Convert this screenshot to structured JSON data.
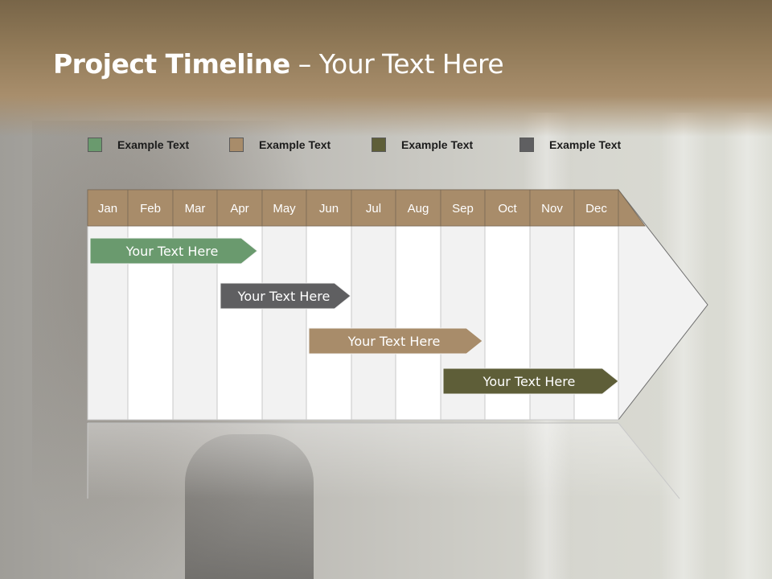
{
  "title": {
    "bold": "Project Timeline",
    "rest": " – Your Text Here"
  },
  "legend": [
    {
      "label": "Example Text",
      "color": "#6a9a6e"
    },
    {
      "label": "Example Text",
      "color": "#a88c6a"
    },
    {
      "label": "Example Text",
      "color": "#5e5e38"
    },
    {
      "label": "Example Text",
      "color": "#5f5f61"
    }
  ],
  "months": [
    "Jan",
    "Feb",
    "Mar",
    "Apr",
    "May",
    "Jun",
    "Jul",
    "Aug",
    "Sep",
    "Oct",
    "Nov",
    "Dec"
  ],
  "bars": [
    {
      "label": "Your  Text Here",
      "color": "#6a9a6e",
      "start_month": "Jan",
      "end_month": "Apr"
    },
    {
      "label": "Your  Text Here",
      "color": "#5f5f61",
      "start_month": "Apr",
      "end_month": "Jun"
    },
    {
      "label": "Your  Text Here",
      "color": "#a88c6a",
      "start_month": "Jun",
      "end_month": "Sep"
    },
    {
      "label": "Your  Text Here",
      "color": "#5e5e38",
      "start_month": "Sep",
      "end_month": "Dec"
    }
  ],
  "colors": {
    "header_brown": "#a88c6a",
    "header_top": "#786548",
    "column_light": "#f2f2f2",
    "column_white": "#ffffff"
  }
}
